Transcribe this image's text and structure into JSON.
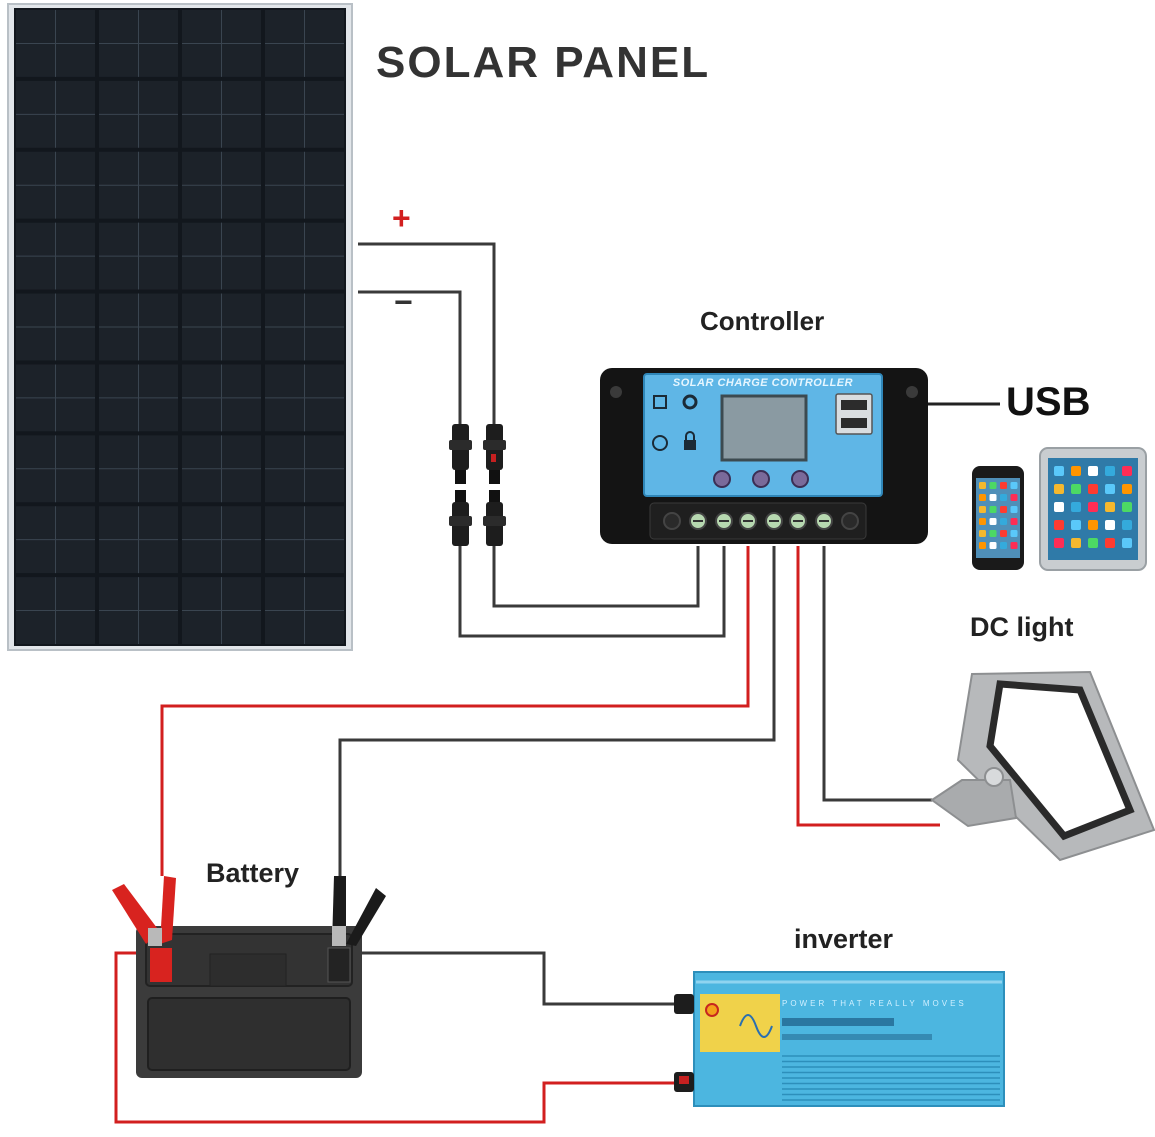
{
  "title": "SOLAR PANEL",
  "labels": {
    "controller": "Controller",
    "usb": "USB",
    "dc_light": "DC light",
    "battery": "Battery",
    "inverter": "inverter",
    "plus": "+",
    "minus": "−"
  },
  "controller_caption": "SOLAR CHARGE CONTROLLER",
  "inverter_caption": "POWER THAT REALLY MOVES",
  "icons": [
    "solar-panel-icon",
    "charge-controller-icon",
    "usb-port-icon",
    "phone-icon",
    "tablet-icon",
    "floodlight-icon",
    "battery-icon",
    "alligator-clip-icon",
    "inverter-icon"
  ],
  "colors": {
    "positive_wire": "#d21f1f",
    "negative_wire": "#333333",
    "controller_screen": "#5fb6e6",
    "inverter_body": "#4cb6e0",
    "panel_cell": "#1c2229"
  }
}
